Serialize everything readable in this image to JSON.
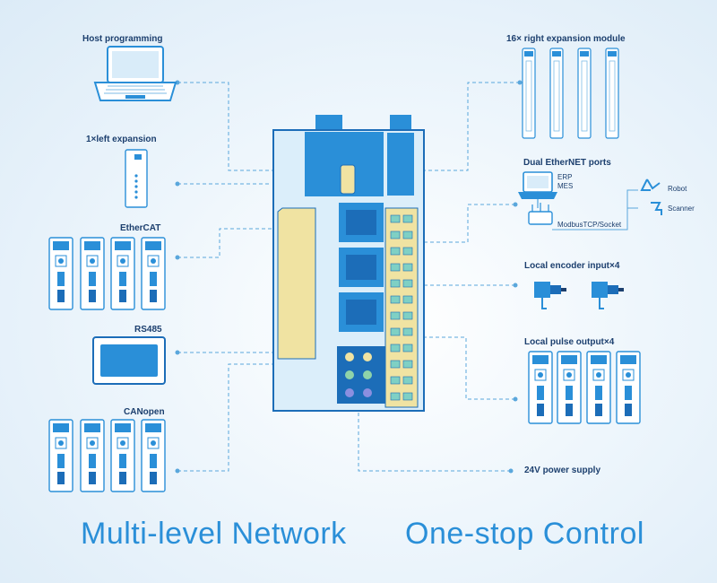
{
  "left": {
    "host_programming": "Host programming",
    "left_expansion": "1×left expansion",
    "ethercat": "EtherCAT",
    "rs485": "RS485",
    "canopen": "CANopen"
  },
  "right": {
    "right_expansion": "16× right expansion module",
    "dual_ethernet": "Dual EtherNET ports",
    "erp": "ERP",
    "mes": "MES",
    "robot": "Robot",
    "scanner": "Scanner",
    "modbus": "ModbusTCP/Socket",
    "encoder": "Local encoder input×4",
    "pulse": "Local pulse output×4",
    "power": "24V power supply"
  },
  "slogan": {
    "left": "Multi-level  Network",
    "right": "One-stop Control"
  },
  "colors": {
    "dark_blue": "#1c3f6e",
    "accent": "#2a8fd8",
    "line": "#5aa7dc",
    "terminal_yellow": "#f0e3a2"
  }
}
